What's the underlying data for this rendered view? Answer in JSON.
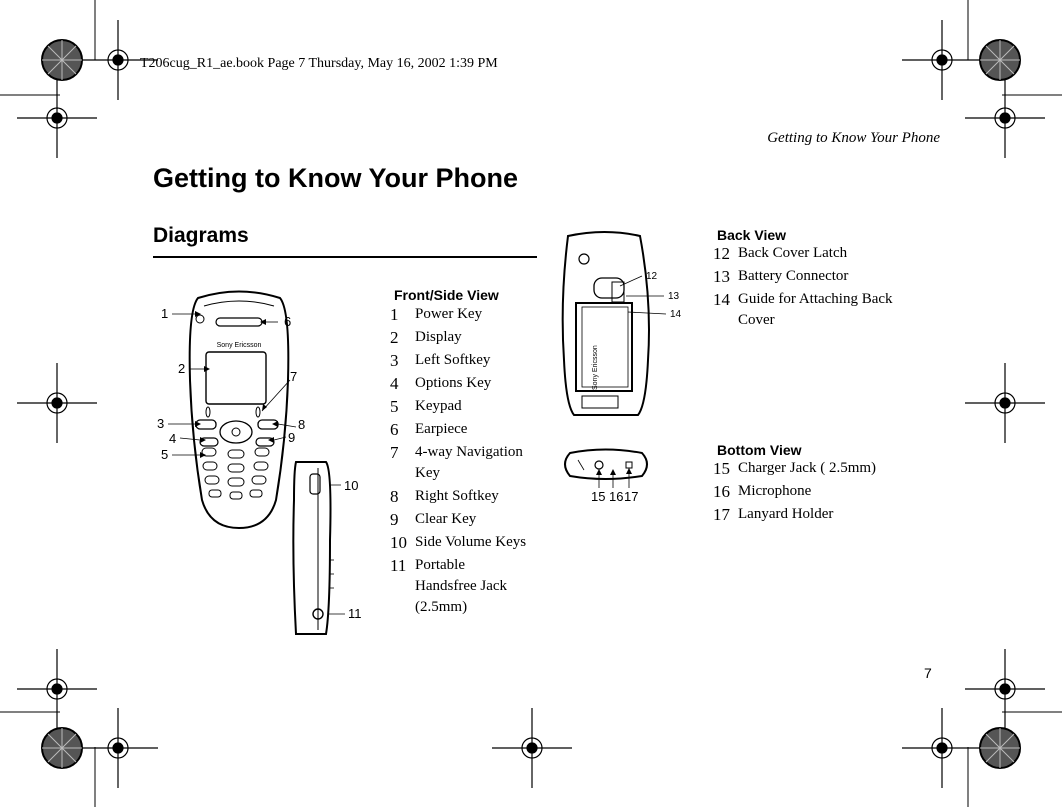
{
  "header": {
    "print_line": "T206cug_R1_ae.book  Page 7  Thursday, May 16, 2002  1:39 PM",
    "running_title": "Getting to Know Your Phone"
  },
  "page": {
    "title": "Getting to Know Your Phone",
    "section_heading": "Diagrams",
    "page_number": "7"
  },
  "front_side_view": {
    "heading": "Front/Side View",
    "items": [
      {
        "num": "1",
        "label": "Power Key"
      },
      {
        "num": "2",
        "label": "Display"
      },
      {
        "num": "3",
        "label": "Left Softkey"
      },
      {
        "num": "4",
        "label": "Options Key"
      },
      {
        "num": "5",
        "label": "Keypad"
      },
      {
        "num": "6",
        "label": "Earpiece"
      },
      {
        "num": "7",
        "label": "4-way Navigation Key"
      },
      {
        "num": "8",
        "label": "Right Softkey"
      },
      {
        "num": "9",
        "label": "Clear Key"
      },
      {
        "num": "10",
        "label": "Side Volume Keys"
      },
      {
        "num": "11",
        "label": "Portable Handsfree Jack (2.5mm)"
      }
    ]
  },
  "back_view": {
    "heading": "Back View",
    "items": [
      {
        "num": "12",
        "label": "Back Cover Latch"
      },
      {
        "num": "13",
        "label": "Battery Connector"
      },
      {
        "num": "14",
        "label": "Guide for Attaching Back Cover"
      }
    ]
  },
  "bottom_view": {
    "heading": "Bottom View",
    "items": [
      {
        "num": "15",
        "label": "Charger Jack ( 2.5mm)"
      },
      {
        "num": "16",
        "label": "Microphone"
      },
      {
        "num": "17",
        "label": "Lanyard Holder"
      }
    ]
  },
  "illustrations": {
    "brand": "Sony Ericsson",
    "front_callouts": [
      "1",
      "2",
      "3",
      "4",
      "5",
      "6",
      "7",
      "8",
      "9"
    ],
    "side_callouts": [
      "10",
      "11"
    ],
    "back_callouts": [
      "12",
      "13",
      "14"
    ],
    "bottom_callouts": [
      "15",
      "16",
      "17"
    ]
  }
}
